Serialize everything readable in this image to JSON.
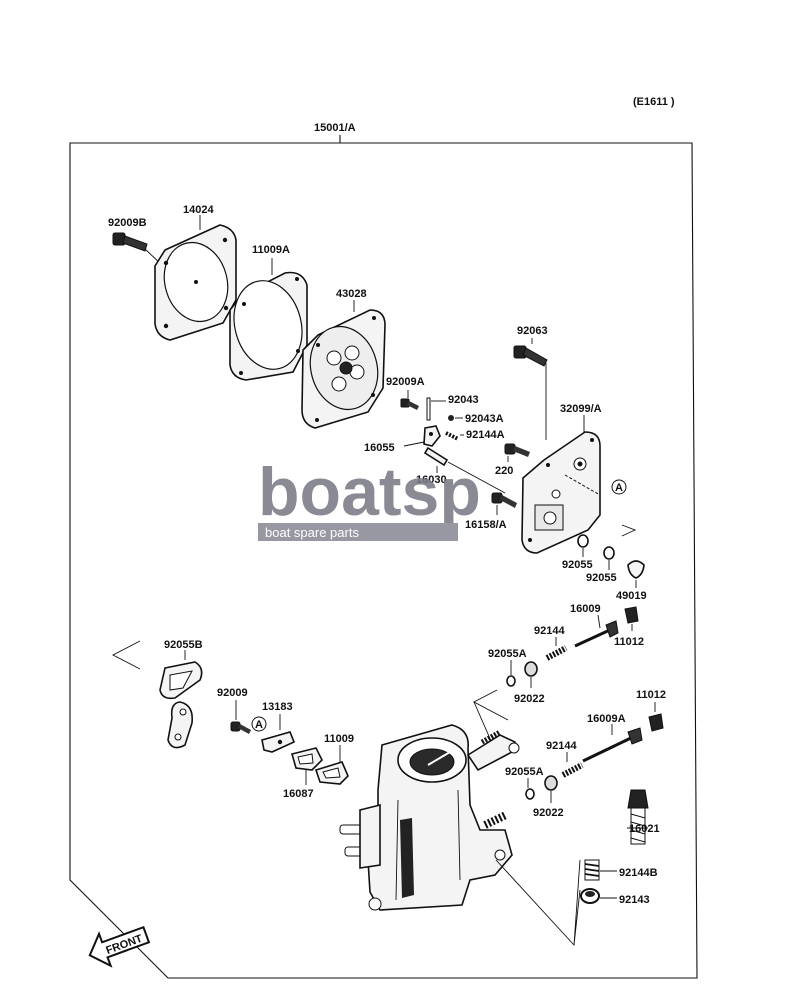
{
  "diagram_code": "(E1611 )",
  "assembly_label": "15001/A",
  "watermark": {
    "brand": "boatsp",
    "tagline": "boat spare parts",
    "color": "#7a7a86"
  },
  "front_label": "FRONT",
  "callout_letter": "A",
  "labels": {
    "l_92009B": "92009B",
    "l_14024": "14024",
    "l_11009A": "11009A",
    "l_43028": "43028",
    "l_92063": "92063",
    "l_92009A": "92009A",
    "l_92043": "92043",
    "l_92043A": "92043A",
    "l_92144A": "92144A",
    "l_16055": "16055",
    "l_32099A": "32099/A",
    "l_220": "220",
    "l_16030": "16030",
    "l_16158A": "16158/A",
    "l_92055_1": "92055",
    "l_92055_2": "92055",
    "l_49019": "49019",
    "l_16009": "16009",
    "l_92144": "92144",
    "l_11012_1": "11012",
    "l_92055B": "92055B",
    "l_92055A_1": "92055A",
    "l_92022_1": "92022",
    "l_92009": "92009",
    "l_13183": "13183",
    "l_11009": "11009",
    "l_11012_2": "11012",
    "l_16009A": "16009A",
    "l_92144_2": "92144",
    "l_16087": "16087",
    "l_92055A_2": "92055A",
    "l_92022_2": "92022",
    "l_16021": "16021",
    "l_92144B": "92144B",
    "l_92143": "92143"
  }
}
